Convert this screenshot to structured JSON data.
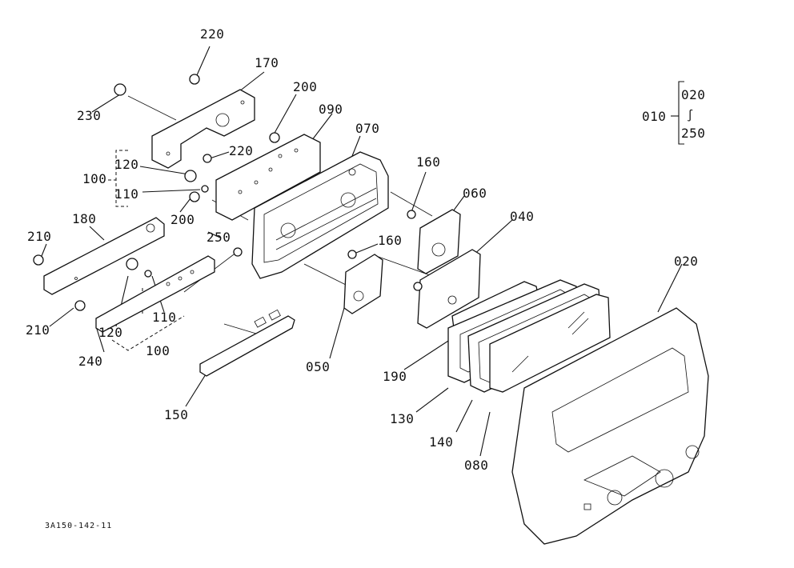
{
  "figure_code": "3A150-142-11",
  "assembly": {
    "main": "010",
    "range_from": "020",
    "range_sep": "∫",
    "range_to": "250"
  },
  "labels": {
    "l220a": "220",
    "l170": "170",
    "l230": "230",
    "l200a": "200",
    "l090": "090",
    "l070": "070",
    "l220b": "220",
    "l120a": "120",
    "l100a": "100",
    "l110a": "110",
    "l200b": "200",
    "l180": "180",
    "l250": "250",
    "l160a": "160",
    "l160b": "160",
    "l060": "060",
    "l040": "040",
    "l020": "020",
    "l210a": "210",
    "l210b": "210",
    "l120b": "120",
    "l110b": "110",
    "l240": "240",
    "l100b": "100",
    "l050": "050",
    "l190": "190",
    "l130": "130",
    "l140": "140",
    "l080": "080",
    "l150": "150"
  }
}
